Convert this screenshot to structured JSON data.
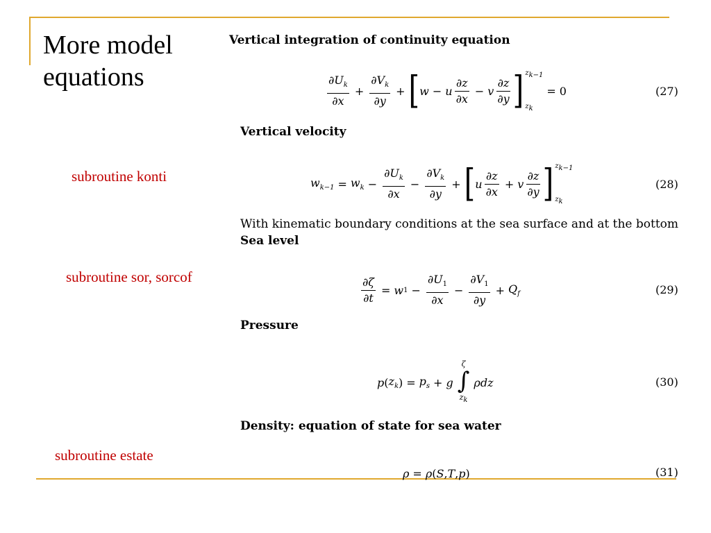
{
  "colors": {
    "accent": "#e0a82e",
    "label": "#c00000",
    "text": "#000000"
  },
  "slide": {
    "title": "More model equations",
    "labels": [
      "subroutine konti",
      "subroutine sor, sorcof",
      "subroutine estate"
    ]
  },
  "sections": [
    {
      "heading": "Vertical integration of continuity equation",
      "eq_number": "(27)"
    },
    {
      "heading": "Vertical velocity",
      "eq_number": "(28)"
    },
    {
      "text": "With kinematic boundary conditions at the sea surface and at the bottom",
      "heading": "Sea level",
      "eq_number": "(29)"
    },
    {
      "heading": "Pressure",
      "eq_number": "(30)"
    },
    {
      "heading": "Density:  equation of state for sea water",
      "eq_number": "(31)"
    }
  ]
}
